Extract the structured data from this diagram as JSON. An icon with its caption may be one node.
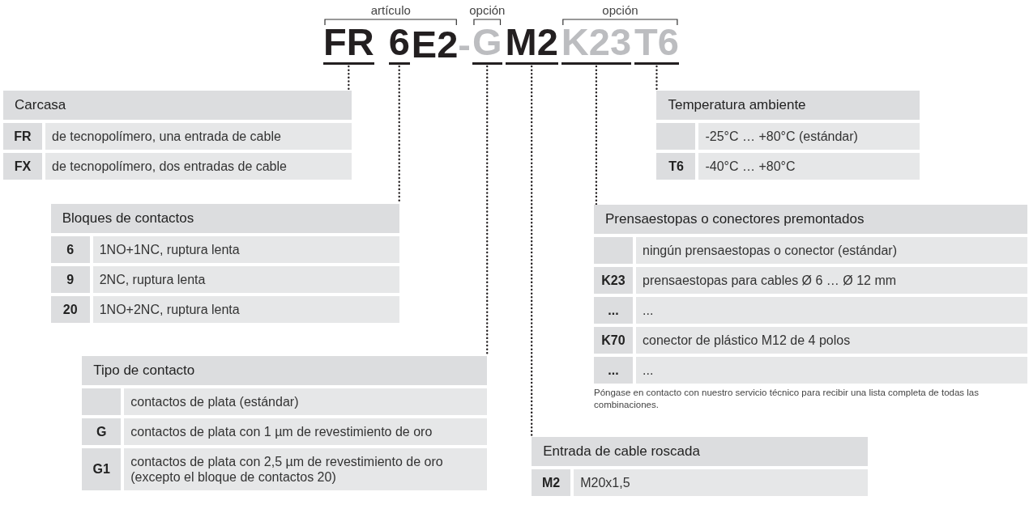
{
  "diagram": {
    "nodes": [
      {
        "text": [
          "FR"
        ]
      },
      {
        "text": [
          "6"
        ]
      },
      {
        "text": [
          "G"
        ]
      },
      {
        "text": [
          "M2"
        ]
      },
      {
        "text": [
          "K23"
        ]
      },
      {
        "text": [
          "T6"
        ]
      },
      {
        "text": [
          "Carcasa"
        ]
      },
      {
        "text": [
          "FR",
          "de tecnopolímero, una entrada de cable"
        ]
      },
      {
        "text": [
          "FX",
          "de tecnopolímero, dos entradas de cable"
        ]
      },
      {
        "text": [
          "Temperatura ambiente"
        ]
      },
      {
        "text": [
          "-25°C … +80°C (estándar)"
        ]
      },
      {
        "text": [
          "T6",
          "-40°C … +80°C"
        ]
      },
      {
        "text": [
          "Bloques de contactos"
        ]
      },
      {
        "text": [
          "6",
          "1NO+1NC, ruptura lenta"
        ]
      },
      {
        "text": [
          "9",
          "2NC, ruptura lenta"
        ]
      },
      {
        "text": [
          "20",
          "1NO+2NC, ruptura lenta"
        ]
      },
      {
        "text": [
          "Prensaestopas o conectores premontados"
        ]
      },
      {
        "text": [
          "ningún prensaestopas o conector (estándar)"
        ]
      },
      {
        "text": [
          "K23",
          "prensaestopas para cables Ø 6 … Ø 12 mm"
        ]
      },
      {
        "text": [
          "...",
          "..."
        ]
      },
      {
        "text": [
          "K70",
          "conector de plástico M12 de 4 polos"
        ]
      },
      {
        "text": [
          "...",
          "..."
        ],
        "beside": [
          "Póngase en contacto con nuestro servicio técnico para recibir una lista completa de todas las combinaciones."
        ]
      },
      {
        "text": [
          "Tipo de contacto"
        ]
      },
      {
        "text": [
          "contactos de plata (estándar)"
        ]
      },
      {
        "text": [
          "G",
          "contactos de plata con 1 µm de revestimiento de oro"
        ]
      },
      {
        "text": [
          "G1",
          "contactos de plata con 2,5 µm de revestimiento de oro (excepto el bloque de contactos 20)"
        ]
      },
      {
        "text": [
          "Entrada de cable roscada"
        ]
      },
      {
        "text": [
          "M2",
          "M20x1,5"
        ]
      }
    ],
    "edges": [
      {
        "from": 0,
        "to": 6,
        "arrow": "none"
      },
      {
        "from": 1,
        "to": 12,
        "arrow": "none"
      },
      {
        "from": 2,
        "to": 22,
        "arrow": "none"
      },
      {
        "from": 3,
        "to": 26,
        "arrow": "none"
      },
      {
        "from": 4,
        "to": 16,
        "arrow": "none"
      },
      {
        "from": 5,
        "to": 9,
        "arrow": "none"
      }
    ],
    "labels": [
      "artículo",
      "opción",
      "opción",
      "E2",
      "-"
    ]
  }
}
